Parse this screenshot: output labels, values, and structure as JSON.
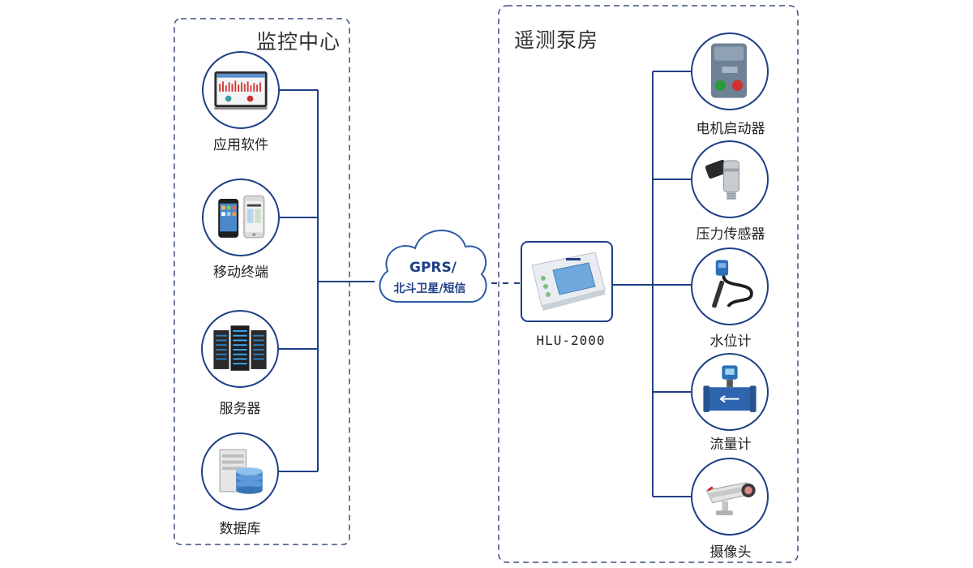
{
  "regions": {
    "monitoring_center": "监控中心",
    "remote_pump_room": "遥测泵房"
  },
  "center_nodes": [
    {
      "label": "应用软件",
      "icon": "monitor-icon"
    },
    {
      "label": "移动终端",
      "icon": "smartphone-icon"
    },
    {
      "label": "服务器",
      "icon": "server-rack-icon"
    },
    {
      "label": "数据库",
      "icon": "database-icon"
    }
  ],
  "network": {
    "line1": "GPRS/",
    "line2": "北斗卫星/短信",
    "icon": "cloud-icon"
  },
  "device": {
    "label": "HLU-2000",
    "icon": "rtu-device-icon"
  },
  "pump_nodes": [
    {
      "label": "电机启动器",
      "icon": "motor-starter-icon"
    },
    {
      "label": "压力传感器",
      "icon": "pressure-sensor-icon"
    },
    {
      "label": "水位计",
      "icon": "water-level-gauge-icon"
    },
    {
      "label": "流量计",
      "icon": "flow-meter-icon"
    },
    {
      "label": "摄像头",
      "icon": "camera-icon"
    }
  ],
  "colors": {
    "line": "#1f3f86",
    "dashed_border": "#3b4f7a",
    "cloud_stroke": "#2b5aa8",
    "device_screen": "#6fa8dc"
  }
}
